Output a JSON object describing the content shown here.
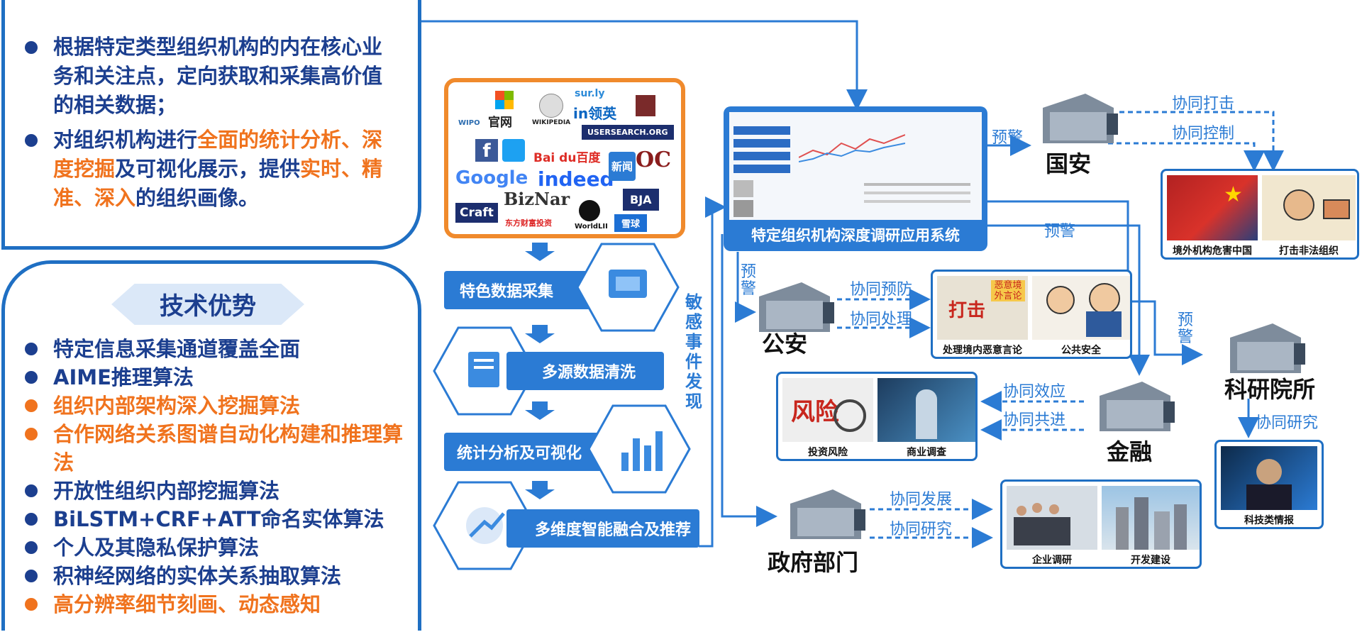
{
  "intro": {
    "items": [
      {
        "parts": [
          {
            "t": "根据特定类型组织机构的内在核心业务和关注点，定向获取和采集高价值的相关数据；",
            "h": false
          }
        ]
      },
      {
        "parts": [
          {
            "t": "对组织机构进行",
            "h": false
          },
          {
            "t": "全面的统计分析、深度挖掘",
            "h": true
          },
          {
            "t": "及可视化展示，提供",
            "h": false
          },
          {
            "t": "实时、精准、深入",
            "h": true
          },
          {
            "t": "的组织画像。",
            "h": false
          }
        ]
      }
    ]
  },
  "tech": {
    "title": "技术优势",
    "items": [
      {
        "text": "特定信息采集通道覆盖全面",
        "orange": false
      },
      {
        "text": "AIME推理算法",
        "orange": false
      },
      {
        "text": "组织内部架构深入挖掘算法",
        "orange": true
      },
      {
        "text": "合作网络关系图谱自动化构建和推理算法",
        "orange": true
      },
      {
        "text": "开放性组织内部挖掘算法",
        "orange": false
      },
      {
        "text": "BiLSTM+CRF+ATT命名实体算法",
        "orange": false
      },
      {
        "text": "个人及其隐私保护算法",
        "orange": false
      },
      {
        "text": "积神经网络的实体关系抽取算法",
        "orange": false
      },
      {
        "text": "高分辨率细节刻画、动态感知",
        "orange": true
      }
    ]
  },
  "sources": {
    "logos": [
      "WIPO",
      "官网",
      "WIKIPEDIA",
      "sur.ly",
      "in领英",
      "USERSEARCH.ORG",
      "Bai du百度",
      "indeed",
      "新闻",
      "OC",
      "Google",
      "BizNar",
      "BJA",
      "Craft",
      "东方财富投资",
      "WorldLII",
      "雪球"
    ]
  },
  "pipeline": {
    "steps": [
      "特色数据采集",
      "多源数据清洗",
      "统计分析及可视化",
      "多维度智能融合及推荐"
    ],
    "sensitive": "敏感事件发现"
  },
  "system": {
    "title": "特定组织机构深度调研应用系统"
  },
  "labels": {
    "warn": "预警"
  },
  "orgs": [
    {
      "name": "国安",
      "coop": [
        "协同打击",
        "协同控制"
      ],
      "images": [
        "境外机构危害中国",
        "打击非法组织"
      ]
    },
    {
      "name": "公安",
      "coop": [
        "协同预防",
        "协同处理"
      ],
      "images": [
        "处理境内恶意言论",
        "公共安全"
      ]
    },
    {
      "name": "金融",
      "coop": [
        "协同效应",
        "协同共进"
      ],
      "images": [
        "投资风险",
        "商业调查"
      ]
    },
    {
      "name": "科研院所",
      "coop": [
        "协同研究"
      ],
      "images": [
        "科技类情报"
      ]
    },
    {
      "name": "政府部门",
      "coop": [
        "协同发展",
        "协同研究"
      ],
      "images": [
        "企业调研",
        "开发建设"
      ]
    }
  ],
  "thumb_text": {
    "risk": "风险",
    "strike": "打击",
    "cartoon": "恶意境外言论"
  },
  "colors": {
    "blue": "#1f6fc3",
    "darkblue": "#1c3f8f",
    "orange": "#f0731e",
    "step": "#2b7bd4"
  }
}
